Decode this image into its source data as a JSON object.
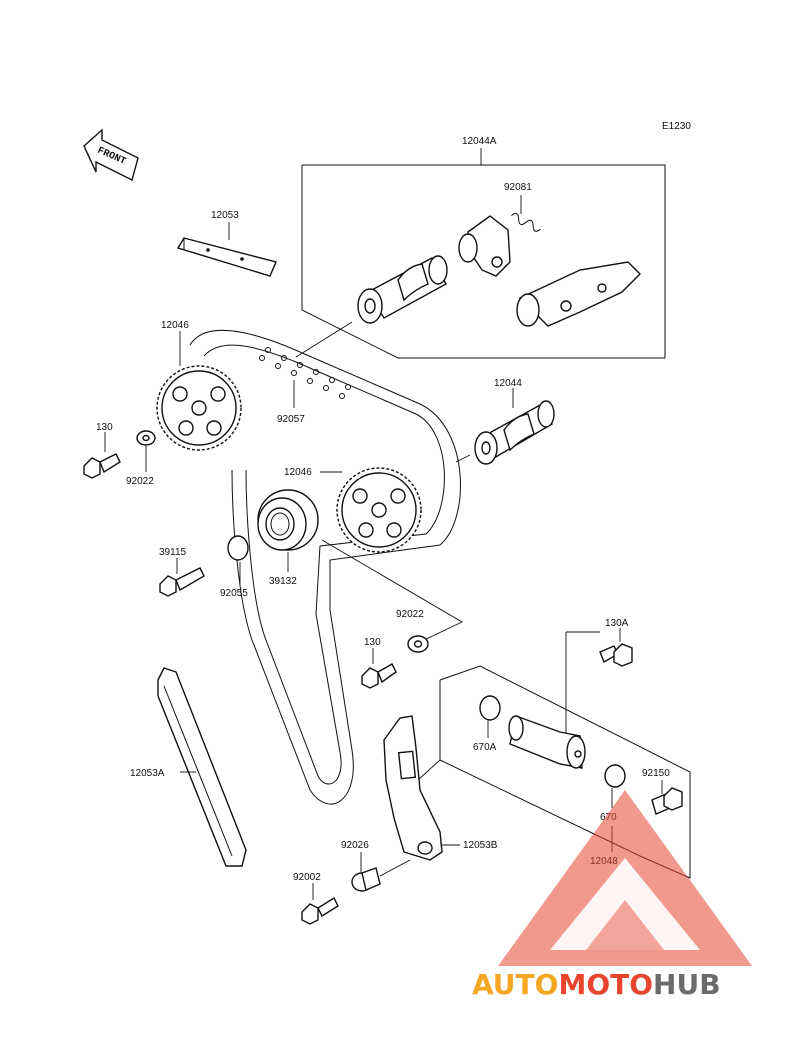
{
  "diagram_code": "E1230",
  "front_label": "FRONT",
  "part_labels": {
    "p12044A": "12044A",
    "p92081": "92081",
    "p12053": "12053",
    "p12046_top": "12046",
    "p92057": "92057",
    "p12044": "12044",
    "p130_top": "130",
    "p92022_top": "92022",
    "p12046_mid": "12046",
    "p39115": "39115",
    "p92055": "92055",
    "p39132": "39132",
    "p92022_mid": "92022",
    "p130_mid": "130",
    "p130A": "130A",
    "p670A": "670A",
    "p12053A": "12053A",
    "p92150": "92150",
    "p670": "670",
    "p12048": "12048",
    "p92026": "92026",
    "p12053B": "12053B",
    "p92002": "92002"
  },
  "watermark": {
    "part1": "AUTO",
    "part2": "MOTO",
    "part3": "HUB",
    "colors": {
      "orange": "#f5a623",
      "red": "#e8452f",
      "gray": "#6b6b6b"
    }
  }
}
